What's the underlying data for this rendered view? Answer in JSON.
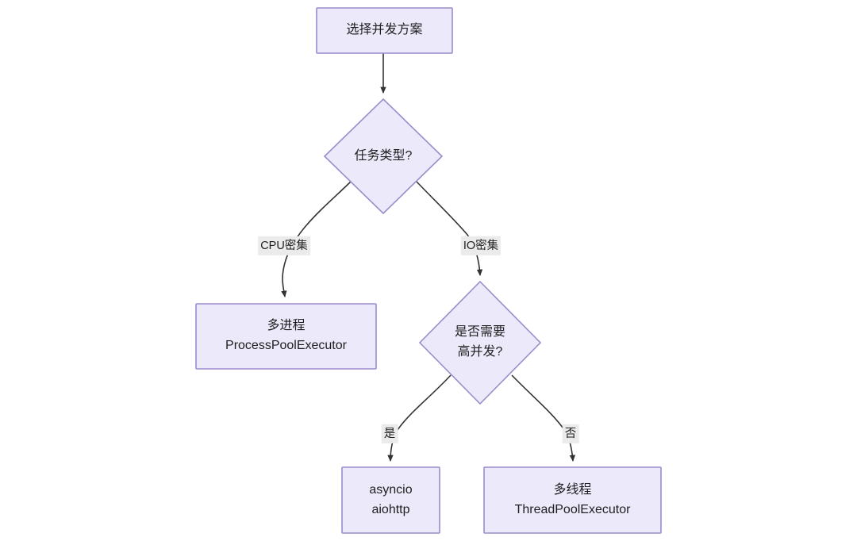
{
  "diagram": {
    "type": "flowchart",
    "direction": "top-down",
    "background_color": "#ffffff",
    "node_fill_color": "#ece9fb",
    "node_border_color": "#9b8ccc",
    "edge_color": "#333333",
    "edge_label_background": "#ebebeb",
    "text_color": "#1f1f1f",
    "nodes": [
      {
        "id": "start",
        "shape": "rectangle",
        "lines": [
          "选择并发方案"
        ]
      },
      {
        "id": "task-type",
        "shape": "diamond",
        "lines": [
          "任务类型?"
        ]
      },
      {
        "id": "process-pool",
        "shape": "rectangle",
        "lines": [
          "多进程",
          "ProcessPoolExecutor"
        ]
      },
      {
        "id": "need-high-concurrency",
        "shape": "diamond",
        "lines": [
          "是否需要",
          "高并发?"
        ]
      },
      {
        "id": "asyncio",
        "shape": "rectangle",
        "lines": [
          "asyncio",
          "aiohttp"
        ]
      },
      {
        "id": "thread-pool",
        "shape": "rectangle",
        "lines": [
          "多线程",
          "ThreadPoolExecutor"
        ]
      }
    ],
    "edges": [
      {
        "id": "start-to-task-type",
        "from": "start",
        "to": "task-type",
        "label": ""
      },
      {
        "id": "task-type-to-process-pool",
        "from": "task-type",
        "to": "process-pool",
        "label": "CPU密集"
      },
      {
        "id": "task-type-to-need-high-concurrency",
        "from": "task-type",
        "to": "need-high-concurrency",
        "label": "IO密集"
      },
      {
        "id": "need-high-concurrency-to-asyncio",
        "from": "need-high-concurrency",
        "to": "asyncio",
        "label": "是"
      },
      {
        "id": "need-high-concurrency-to-thread-pool",
        "from": "need-high-concurrency",
        "to": "thread-pool",
        "label": "否"
      }
    ]
  }
}
